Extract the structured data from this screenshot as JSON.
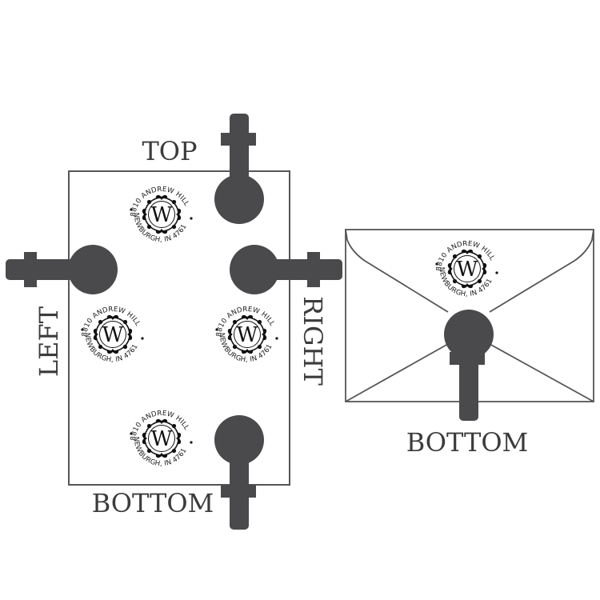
{
  "labels": {
    "top": "TOP",
    "left": "LEFT",
    "right": "RIGHT",
    "bottom_sheet": "BOTTOM",
    "bottom_envelope": "BOTTOM"
  },
  "stamp": {
    "monogram": "W",
    "address_line_1": "8810 ANDREW HILL",
    "address_line_2": "NEWBURGH, IN 47610"
  },
  "colors": {
    "embosser": "#4a4a4c",
    "outline": "#555555",
    "label": "#3b3b3b",
    "ink": "#111111"
  },
  "icons": [
    "embosser-icon",
    "envelope-icon",
    "monogram-seal-icon"
  ]
}
